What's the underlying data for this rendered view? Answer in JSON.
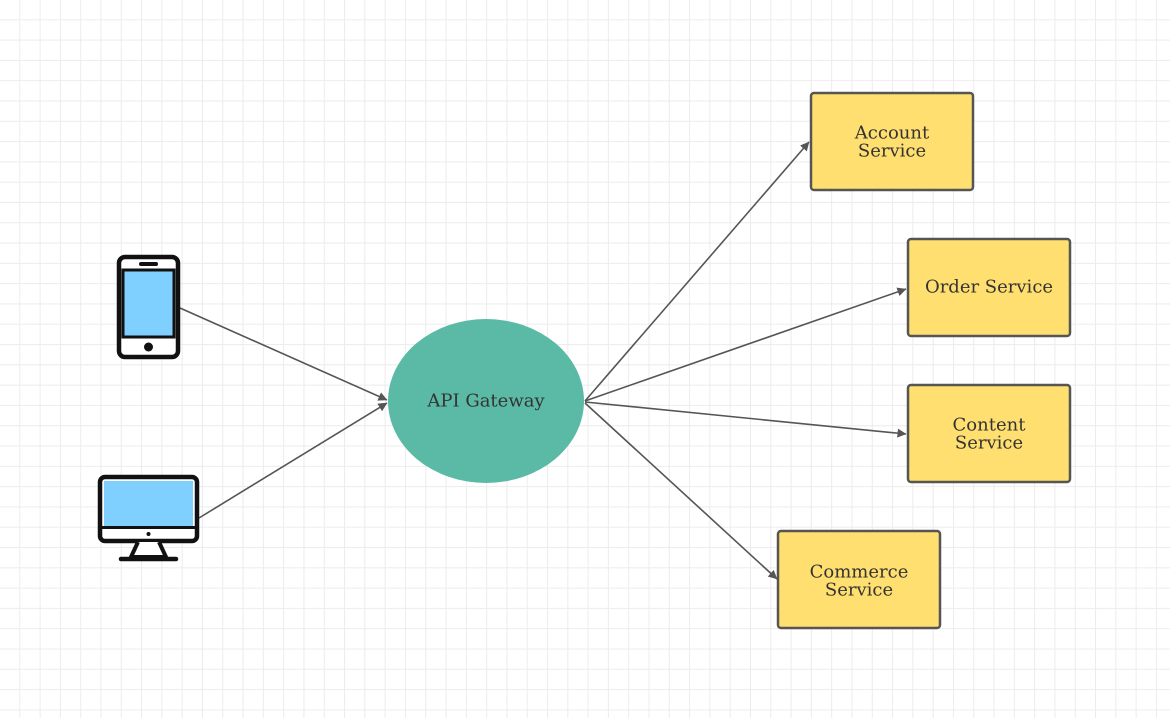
{
  "diagram": {
    "colors": {
      "gateway_fill": "#5bbaa6",
      "service_fill": "#ffdf70",
      "service_stroke": "#555555",
      "edge": "#555555",
      "device_screen": "#7fd0ff",
      "device_stroke": "#111111",
      "text": "#333333"
    },
    "clients": [
      {
        "id": "mobile",
        "icon": "smartphone-icon"
      },
      {
        "id": "desktop",
        "icon": "desktop-monitor-icon"
      }
    ],
    "gateway": {
      "label": "API Gateway"
    },
    "services": [
      {
        "id": "account",
        "lines": [
          "Account",
          "Service"
        ]
      },
      {
        "id": "order",
        "lines": [
          "Order Service"
        ]
      },
      {
        "id": "content",
        "lines": [
          "Content",
          "Service"
        ]
      },
      {
        "id": "commerce",
        "lines": [
          "Commerce",
          "Service"
        ]
      }
    ],
    "edges": [
      {
        "from": "mobile",
        "to": "gateway"
      },
      {
        "from": "desktop",
        "to": "gateway"
      },
      {
        "from": "gateway",
        "to": "account"
      },
      {
        "from": "gateway",
        "to": "order"
      },
      {
        "from": "gateway",
        "to": "content"
      },
      {
        "from": "gateway",
        "to": "commerce"
      }
    ]
  }
}
